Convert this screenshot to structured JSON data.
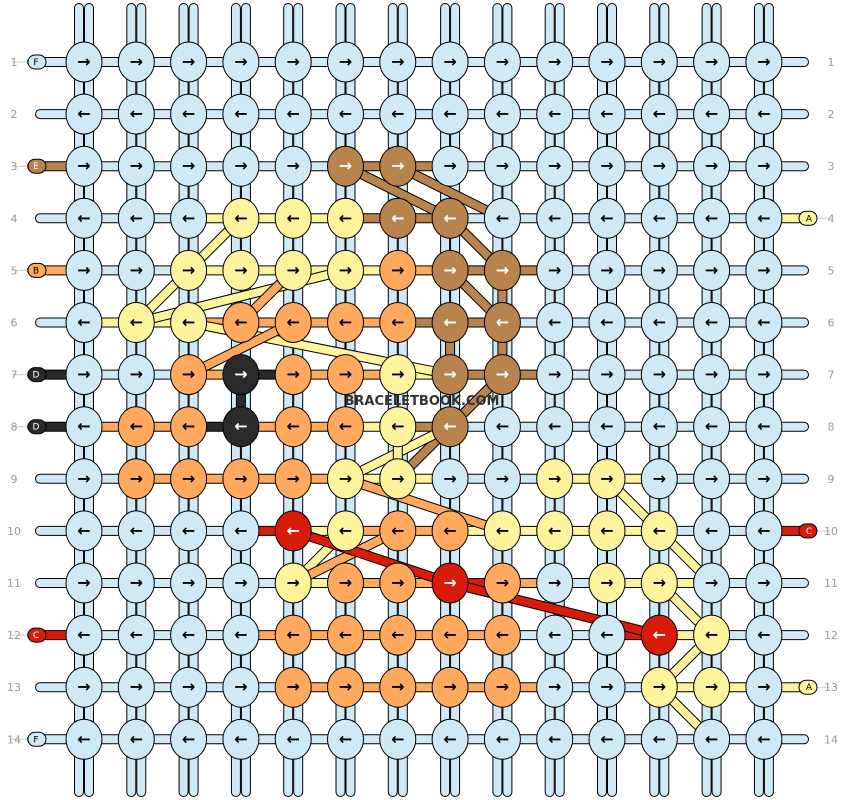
{
  "watermark": "BRACELETBOOK.COM",
  "colors": {
    "F": "#cfe9f7",
    "E": "#b8834d",
    "B": "#ffa95e",
    "D": "#2a2a2a",
    "C": "#d91c0a",
    "A": "#fff49e",
    "outline": "#000000",
    "row_number": "#999999"
  },
  "left_labels": [
    "F",
    "",
    "E",
    "",
    "B",
    "",
    "D",
    "D",
    "",
    "",
    "",
    "C",
    "",
    "F"
  ],
  "right_labels": [
    "",
    "",
    "",
    "A",
    "",
    "",
    "",
    "",
    "",
    "C",
    "",
    "",
    "A",
    ""
  ],
  "row_numbers": [
    "1",
    "2",
    "3",
    "4",
    "5",
    "6",
    "7",
    "8",
    "9",
    "10",
    "11",
    "12",
    "13",
    "14"
  ],
  "knots": [
    "FR FR FR FR FR FR FR FR FR FR FR FR FR FR",
    "FL FL FL FL FL FL FL FL FL FL FL FL FL FL",
    "FR FR FR FR FR ER ER FR FR FR FR FR FR FR",
    "FL FL FL AL AL AL EL EL FL FL FL FL FL FL",
    "FR FR AR AR AR AR BR ER ER FR FR FR FR FR",
    "FL AL AL BL BL BL BL EL EL FL FL FL FL FL",
    "FR FR BR DR BR BR AR ER ER FR FR FR FR FR",
    "FL BL BL DL BL BL AL EL FL FL FL FL FL FL",
    "FR BR BR BR BR AR AR FR FR AR AR FR FR FR",
    "FL FL FL FL CL AL BL BL AL AL AL AL FL FL",
    "FR FR FR FR AR BR BR CR BR FR AR AR FR FR",
    "FL FL FL FL BL BL BL BL BL FL FL CL AL FL",
    "FR FR FR FR BR BR BR BR BR FR FR AR AR FR",
    "FL FL FL FL FL FL FL FL FL FL FL FL FL FL"
  ]
}
